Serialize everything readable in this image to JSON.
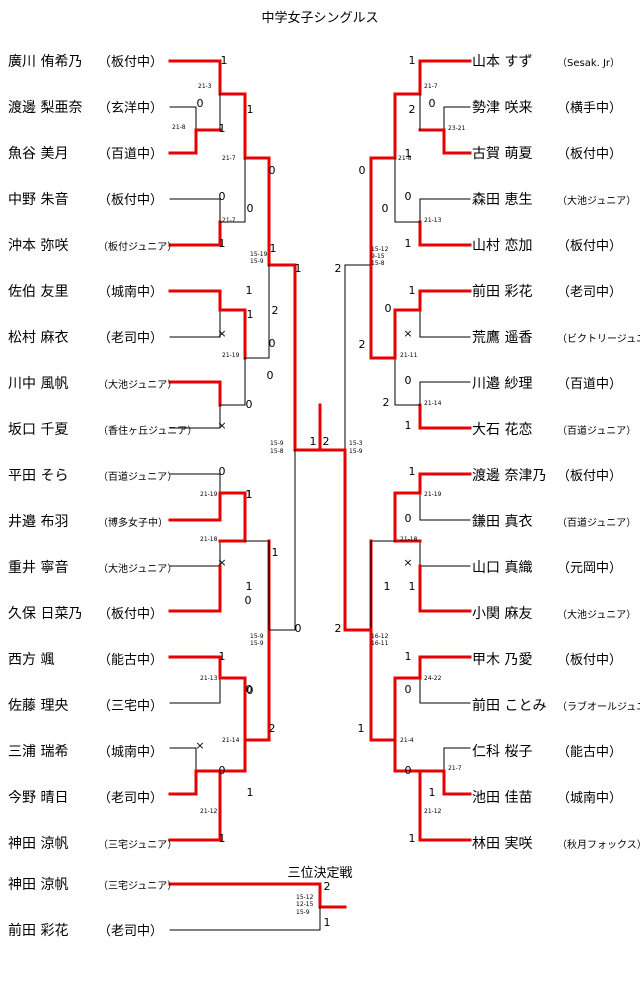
{
  "title": "中学女子シングルス",
  "third_place_label": "三位決定戦",
  "colors": {
    "winner": "#e60000",
    "line": "#000000"
  },
  "left_players": [
    {
      "name": "廣川 侑希乃",
      "team": "（板付中）",
      "small": false
    },
    {
      "name": "渡邊 梨亜奈",
      "team": "（玄洋中）",
      "small": false
    },
    {
      "name": "魚谷 美月",
      "team": "（百道中）",
      "small": false
    },
    {
      "name": "中野 朱音",
      "team": "（板付中）",
      "small": false
    },
    {
      "name": "沖本 弥咲",
      "team": "（板付ジュニア）",
      "small": true
    },
    {
      "name": "佐伯 友里",
      "team": "（城南中）",
      "small": false
    },
    {
      "name": "松村 麻衣",
      "team": "（老司中）",
      "small": false
    },
    {
      "name": "川中 風帆",
      "team": "（大池ジュニア）",
      "small": true
    },
    {
      "name": "坂口 千夏",
      "team": "（香住ヶ丘ジュニア）",
      "small": true
    },
    {
      "name": "平田 そら",
      "team": "（百道ジュニア）",
      "small": true
    },
    {
      "name": "井邉 布羽",
      "team": "（博多女子中）",
      "small": true
    },
    {
      "name": "重井 寧音",
      "team": "（大池ジュニア）",
      "small": true
    },
    {
      "name": "久保 日菜乃",
      "team": "（板付中）",
      "small": false
    },
    {
      "name": "西方 颯",
      "team": "（能古中）",
      "small": false
    },
    {
      "name": "佐藤 理央",
      "team": "（三宅中）",
      "small": false
    },
    {
      "name": "三浦 瑞希",
      "team": "（城南中）",
      "small": false
    },
    {
      "name": "今野 晴日",
      "team": "（老司中）",
      "small": false
    },
    {
      "name": "神田 涼帆",
      "team": "（三宅ジュニア）",
      "small": true
    }
  ],
  "right_players": [
    {
      "name": "山本 すず",
      "team": "（Sesak. Jr）",
      "small": true
    },
    {
      "name": "勢津 咲来",
      "team": "（横手中）",
      "small": false
    },
    {
      "name": "古賀 萌夏",
      "team": "（板付中）",
      "small": false
    },
    {
      "name": "森田 恵生",
      "team": "（大池ジュニア）",
      "small": true
    },
    {
      "name": "山村 恋加",
      "team": "（板付中）",
      "small": false
    },
    {
      "name": "前田 彩花",
      "team": "（老司中）",
      "small": false
    },
    {
      "name": "荒鷹 遥香",
      "team": "（ビクトリージュニア）",
      "small": true
    },
    {
      "name": "川邉 紗理",
      "team": "（百道中）",
      "small": false
    },
    {
      "name": "大石 花恋",
      "team": "（百道ジュニア）",
      "small": true
    },
    {
      "name": "渡邊 奈津乃",
      "team": "（板付中）",
      "small": false
    },
    {
      "name": "鎌田 真衣",
      "team": "（百道ジュニア）",
      "small": true
    },
    {
      "name": "山口 真織",
      "team": "（元岡中）",
      "small": false
    },
    {
      "name": "小関 麻友",
      "team": "（大池ジュニア）",
      "small": true
    },
    {
      "name": "甲木 乃愛",
      "team": "（板付中）",
      "small": false
    },
    {
      "name": "前田 ことみ",
      "team": "（ラブオールジュニア）",
      "small": true
    },
    {
      "name": "仁科 桜子",
      "team": "（能古中）",
      "small": false
    },
    {
      "name": "池田 佳苗",
      "team": "（城南中）",
      "small": false
    },
    {
      "name": "林田 実咲",
      "team": "（秋月フォックス）",
      "small": true
    }
  ],
  "third_place_players": [
    {
      "name": "神田 涼帆",
      "team": "（三宅ジュニア）",
      "small": true
    },
    {
      "name": "前田 彩花",
      "team": "（老司中）",
      "small": false
    }
  ],
  "results": [
    "1",
    "0",
    "1",
    "0",
    "1",
    "1",
    "×",
    "0",
    "×",
    "0",
    "1",
    "×",
    "1",
    "1",
    "0",
    "×",
    "0",
    "1",
    "1",
    "0",
    "1",
    "0",
    "1",
    "1",
    "×",
    "0",
    "1",
    "1",
    "0",
    "×",
    "1",
    "1",
    "0",
    "0",
    "1",
    "1",
    "1",
    "0",
    "0",
    "1",
    "1",
    "0",
    "0",
    "1",
    "1",
    "0",
    "0",
    "2",
    "1",
    "0",
    "1",
    "2",
    "2",
    "0",
    "0",
    "2",
    "0",
    "2",
    "2",
    "1",
    "1",
    "2",
    "2",
    "1"
  ],
  "scores": [
    "21-3",
    "21-8",
    "21-7",
    "21-7",
    "21-19",
    "21-19",
    "21-18",
    "21-13",
    "21-14",
    "21-12",
    "21-7",
    "23-21",
    "21-8",
    "21-13",
    "21-11",
    "21-14",
    "21-19",
    "21-18",
    "24-22",
    "21-7",
    "21-4",
    "21-12",
    "15-12",
    "9-15",
    "15-8",
    "15-19",
    "15-9",
    "15-9",
    "15-9",
    "16-12",
    "16-11",
    "15-9",
    "15-8",
    "15-3",
    "15-9",
    "15-12",
    "12-15",
    "15-9"
  ],
  "third_place_results": [
    "2",
    "1"
  ]
}
